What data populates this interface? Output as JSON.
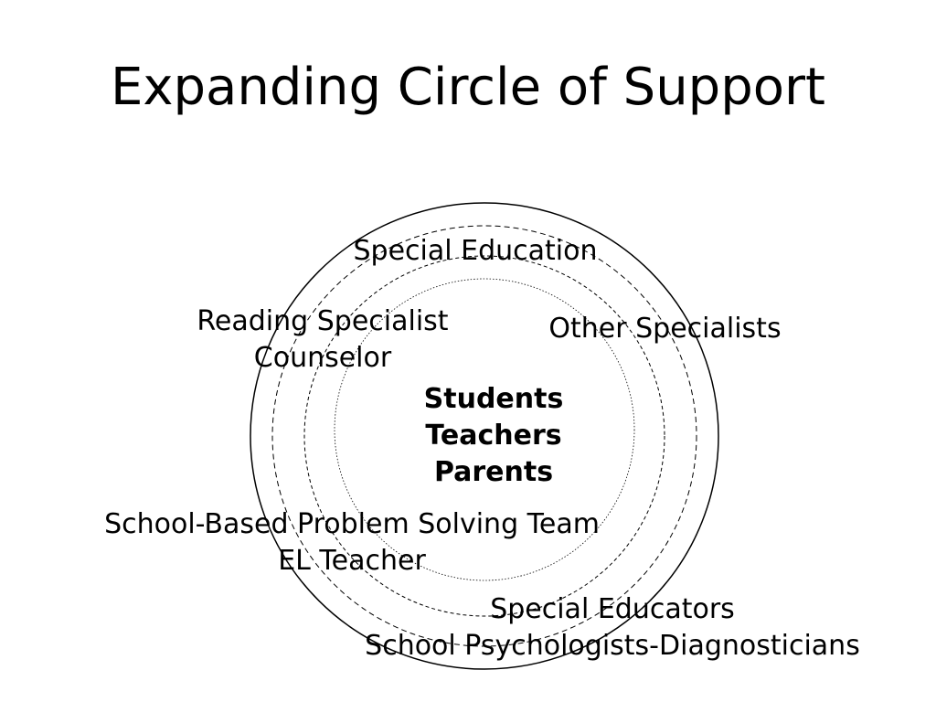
{
  "slide": {
    "title": "Expanding Circle of Support"
  },
  "diagram": {
    "center": {
      "lines": [
        "Students",
        "Teachers",
        "Parents"
      ]
    },
    "labels": {
      "special_education": [
        "Special Education"
      ],
      "reading_counselor": [
        "Reading Specialist",
        "Counselor"
      ],
      "other_specialists": [
        "Other Specialists"
      ],
      "team_el": [
        "School-Based Problem Solving Team",
        "EL Teacher"
      ],
      "educators_psych": [
        "Special Educators",
        "School Psychologists-Diagnosticians"
      ]
    }
  }
}
